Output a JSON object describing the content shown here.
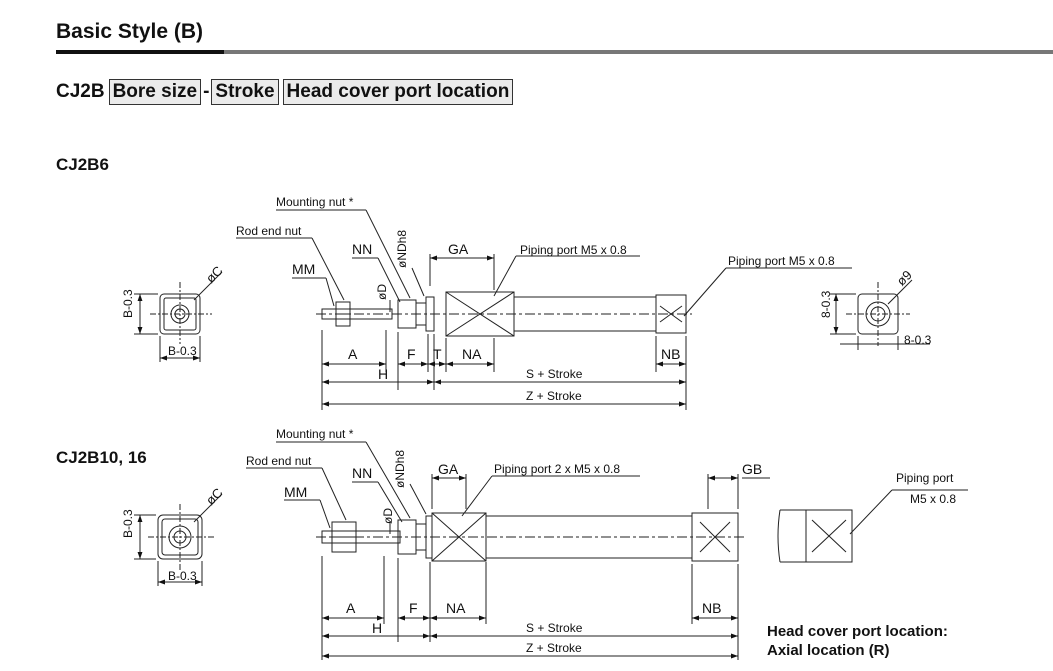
{
  "heading": "Basic Style (B)",
  "model": {
    "prefix": "CJ2B",
    "box1": "Bore size",
    "sep": "-",
    "box2": "Stroke",
    "box3": "Head cover port location"
  },
  "section1": {
    "title": "CJ2B6",
    "mounting_nut": "Mounting nut *",
    "rod_end_nut": "Rod end nut",
    "nd": "øNDh8",
    "mm": "MM",
    "nn": "NN",
    "d": "øD",
    "ga": "GA",
    "piping1": "Piping port M5 x 0.8",
    "piping2": "Piping port M5 x 0.8",
    "a": "A",
    "f": "F",
    "t": "T",
    "na": "NA",
    "nb": "NB",
    "h": "H",
    "s": "S + Stroke",
    "z": "Z + Stroke",
    "c": "øC",
    "b_side": "B-0.3",
    "b_bottom": "B-0.3",
    "r9": "ø9",
    "e8_side": "8-0.3",
    "e8_bottom": "8-0.3"
  },
  "section2": {
    "title": "CJ2B10, 16",
    "mounting_nut": "Mounting nut *",
    "rod_end_nut": "Rod end nut",
    "nd": "øNDh8",
    "mm": "MM",
    "nn": "NN",
    "d": "øD",
    "ga": "GA",
    "piping": "Piping port 2 x M5 x 0.8",
    "gb": "GB",
    "piping_port": "Piping port",
    "piping_port_spec": "M5 x 0.8",
    "a": "A",
    "f": "F",
    "na": "NA",
    "nb": "NB",
    "h": "H",
    "s": "S + Stroke",
    "z": "Z + Stroke",
    "c": "øC",
    "b_side": "B-0.3",
    "b_bottom": "B-0.3"
  },
  "note": {
    "line1": "Head cover port location:",
    "line2": "Axial location (R)"
  }
}
